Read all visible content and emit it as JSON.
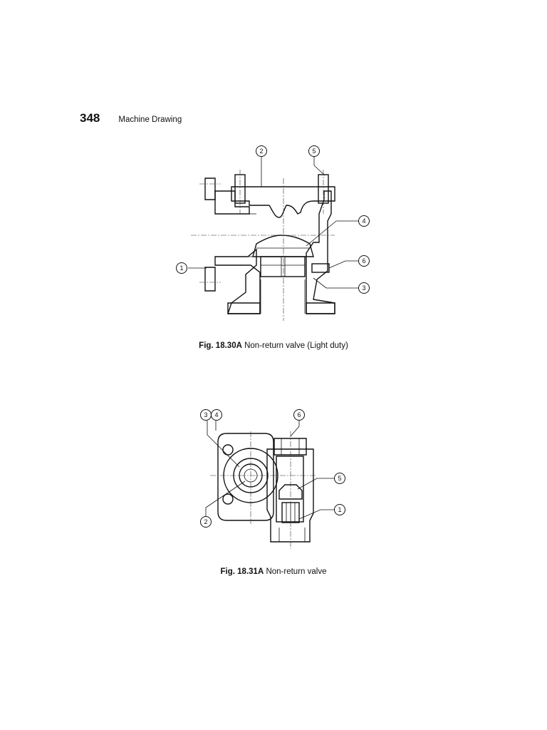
{
  "header": {
    "page_number": "348",
    "running_title": "Machine Drawing"
  },
  "figure_a": {
    "label": "Fig. 18.30A",
    "title": "Non-return valve (Light duty)",
    "callouts": [
      "1",
      "2",
      "3",
      "4",
      "5",
      "6"
    ]
  },
  "figure_b": {
    "label": "Fig. 18.31A",
    "title": "Non-return valve",
    "callouts": [
      "3",
      "4",
      "6",
      "5",
      "1",
      "2"
    ]
  }
}
